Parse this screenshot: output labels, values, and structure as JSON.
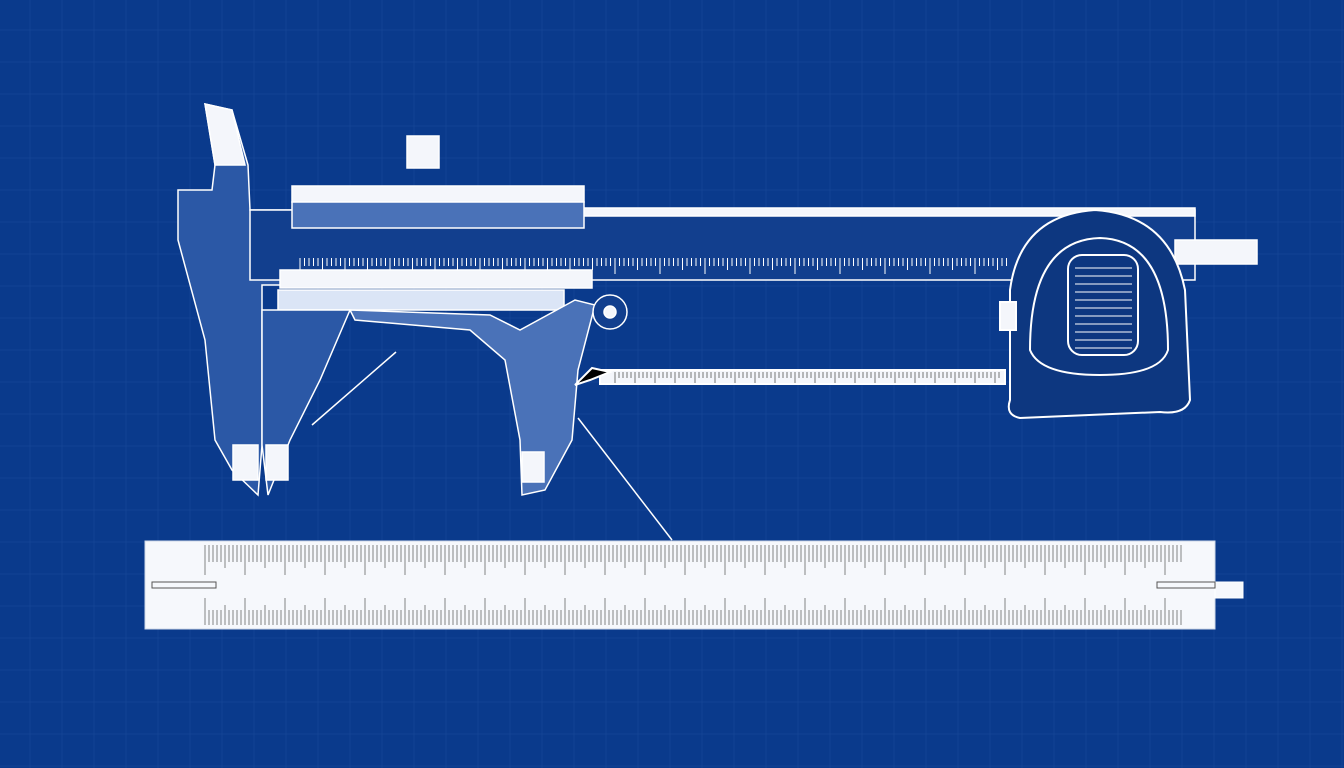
{
  "colors": {
    "background": "#0a3a8c",
    "grid": "#1a4a9a",
    "line": "#ffffff",
    "fill_light": "#f4f6fb",
    "fill_mid": "#2f5aa8",
    "fill_dark": "#0d3780"
  },
  "objects": [
    "vernier-caliper",
    "tape-measure",
    "straight-ruler"
  ]
}
